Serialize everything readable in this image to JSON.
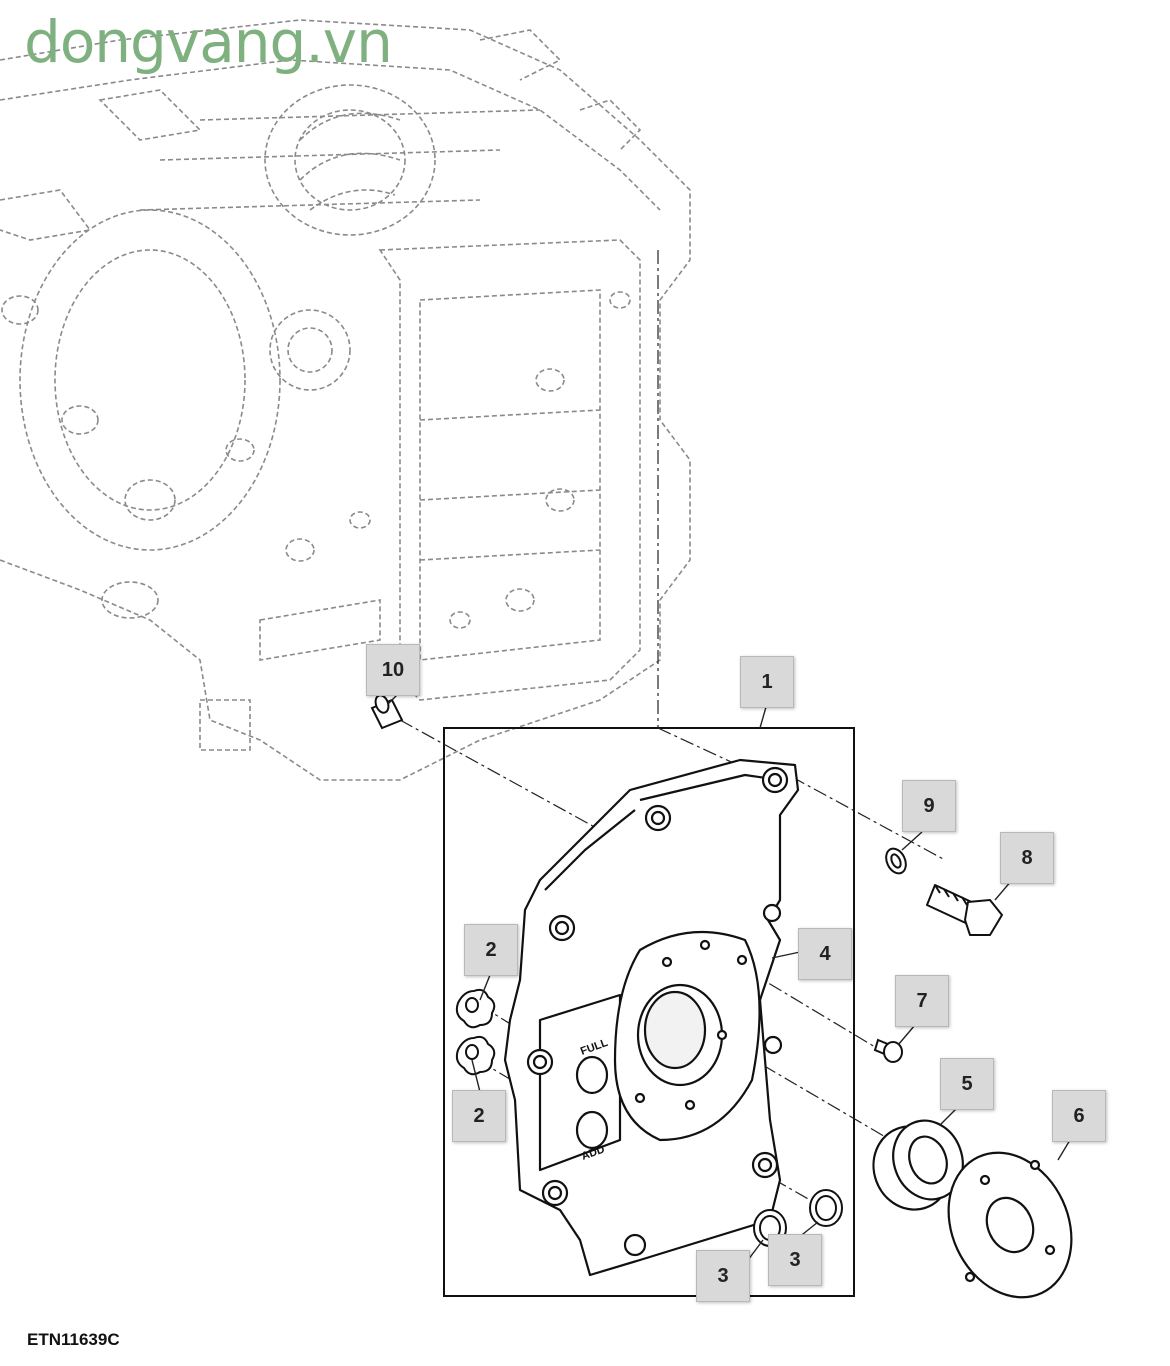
{
  "watermark": "dongvang.vn",
  "figure_id": "ETN11639C",
  "callouts": {
    "c1": "1",
    "c2a": "2",
    "c2b": "2",
    "c3a": "3",
    "c3b": "3",
    "c4": "4",
    "c5": "5",
    "c6": "6",
    "c7": "7",
    "c8": "8",
    "c9": "9",
    "c10": "10"
  },
  "plate_text": {
    "full": "FULL",
    "add": "ADD"
  }
}
